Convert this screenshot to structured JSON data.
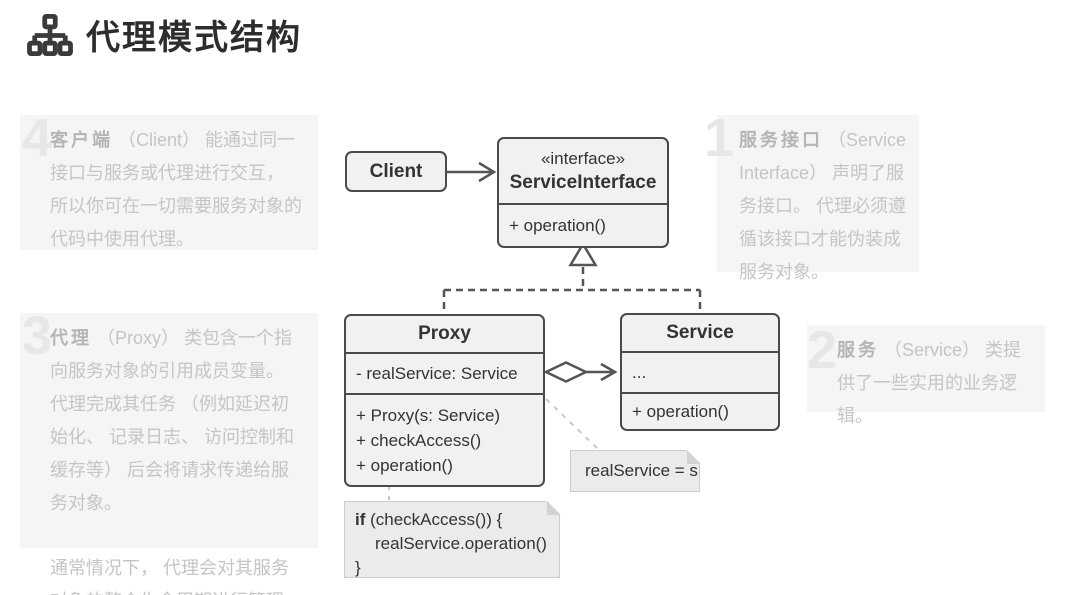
{
  "title": {
    "text": "代理模式结构",
    "icon": "sitemap-structure-icon"
  },
  "annotations": {
    "a1": {
      "num": "1",
      "lead": "服务接口",
      "text": "（Service Interface） 声明了服务接口。 代理必须遵循该接口才能伪装成服务对象。"
    },
    "a2": {
      "num": "2",
      "lead": "服务",
      "text": "（Service） 类提供了一些实用的业务逻辑。"
    },
    "a3": {
      "num": "3",
      "lead": "代理",
      "text": "（Proxy） 类包含一个指向服务对象的引用成员变量。 代理完成其任务 （例如延迟初始化、 记录日志、 访问控制和缓存等） 后会将请求传递给服务对象。",
      "text2": "通常情况下， 代理会对其服务对象的整个生命周期进行管理。"
    },
    "a4": {
      "num": "4",
      "lead": "客户端",
      "text": "（Client） 能通过同一接口与服务或代理进行交互， 所以你可在一切需要服务对象的代码中使用代理。"
    }
  },
  "diagram": {
    "client": {
      "name": "Client"
    },
    "interface": {
      "stereotype": "«interface»",
      "name": "ServiceInterface",
      "methods": [
        "+ operation()"
      ]
    },
    "proxy": {
      "name": "Proxy",
      "fields": [
        "- realService: Service"
      ],
      "methods": [
        "+ Proxy(s: Service)",
        "+ checkAccess()",
        "+ operation()"
      ]
    },
    "service": {
      "name": "Service",
      "fields": [
        "..."
      ],
      "methods": [
        "+ operation()"
      ]
    },
    "note_assignment": "realService = s",
    "note_code": {
      "keyword": "if",
      "line1_rest": " (checkAccess()) {",
      "line2": "realService.operation()",
      "line3": "}"
    }
  },
  "colors": {
    "box_fill": "#f1f1f1",
    "box_border": "#4a4a4a",
    "connector": "#555555",
    "note_fill": "#ebebeb",
    "note_border": "#cccccc",
    "note_connector": "#c9c9c9",
    "annotation_bg": "#f5f5f5",
    "annotation_text": "#c5c5c5",
    "numeral": "#e7e7e7",
    "title_text": "#2d2d2d"
  }
}
